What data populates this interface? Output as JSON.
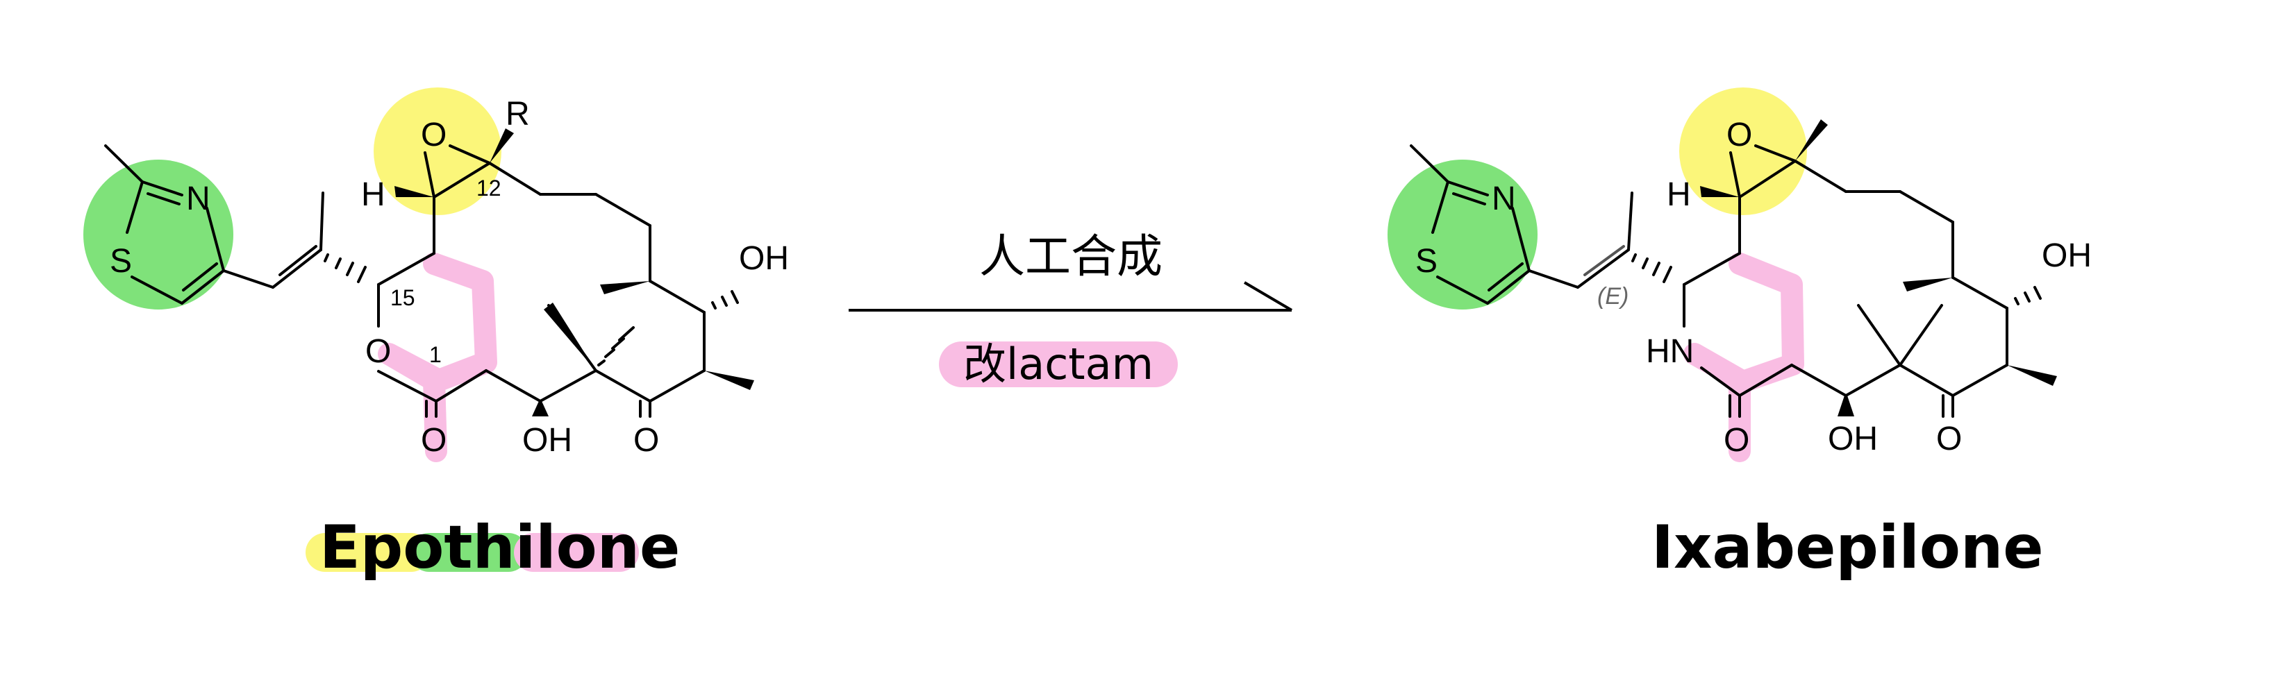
{
  "colors": {
    "epoxide_highlight": "#fbf67a",
    "thiazole_highlight": "#7fe27a",
    "lactone_highlight": "#f9bde3",
    "text": "#000000",
    "stereo_descriptor": "#666666"
  },
  "left_molecule": {
    "name": "Epothilone",
    "atoms": {
      "n": "N",
      "s": "S",
      "o_epoxide": "O",
      "r": "R",
      "h": "H",
      "o_ring": "O",
      "o_carbonyl": "O",
      "oh_top": "OH",
      "oh_bottom": "OH",
      "o_ketone": "O"
    },
    "locants": {
      "c12": "12",
      "c15": "15",
      "c1": "1"
    }
  },
  "reaction": {
    "conditions_top": "人工合成",
    "conditions_bottom": "改lactam"
  },
  "right_molecule": {
    "name": "Ixabepilone",
    "atoms": {
      "n": "N",
      "s": "S",
      "o_epoxide": "O",
      "h": "H",
      "nh": "HN",
      "o_carbonyl": "O",
      "oh_top": "OH",
      "oh_bottom": "OH",
      "o_ketone": "O"
    },
    "stereo": "(E)"
  }
}
